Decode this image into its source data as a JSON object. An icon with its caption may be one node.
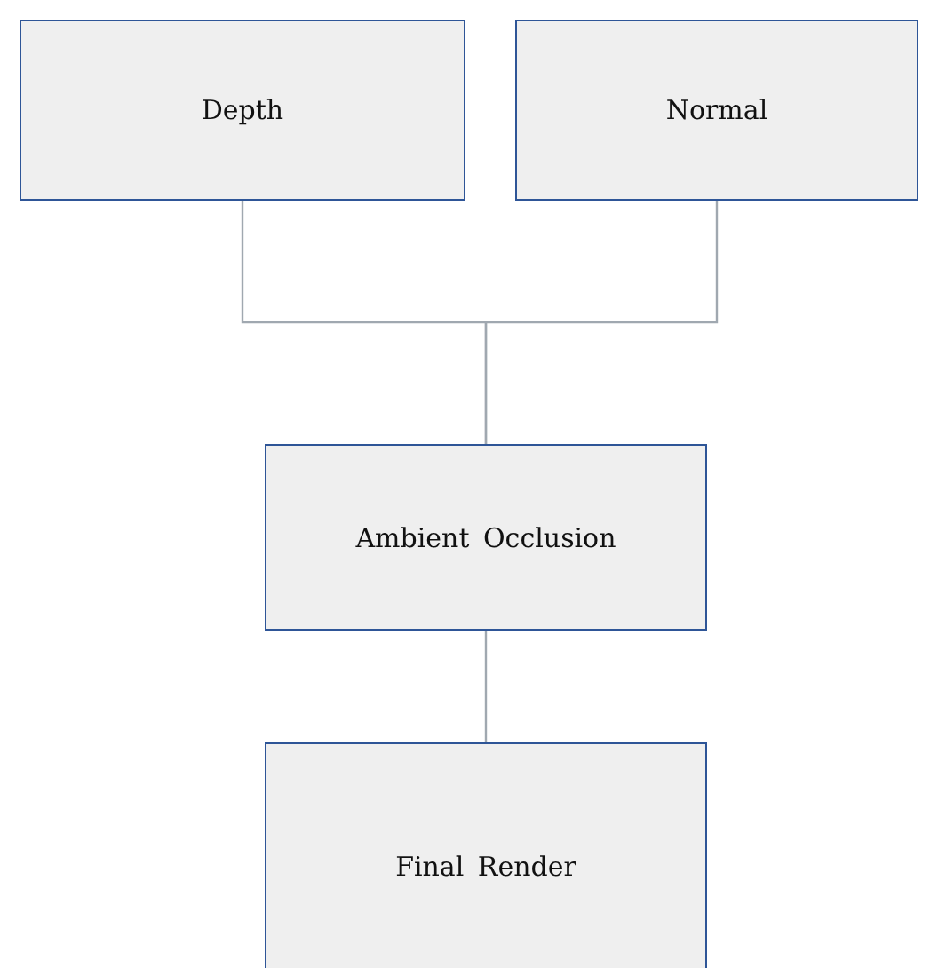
{
  "diagram": {
    "nodes": [
      {
        "text": [
          "Depth"
        ]
      },
      {
        "text": [
          "Normal"
        ]
      },
      {
        "text": [
          "Ambient Occlusion"
        ]
      },
      {
        "text": [
          "Final Render"
        ]
      }
    ],
    "edges": [
      {
        "from": 0,
        "to": 2,
        "arrow": "none"
      },
      {
        "from": 1,
        "to": 2,
        "arrow": "none"
      },
      {
        "from": 2,
        "to": 3,
        "arrow": "none"
      }
    ]
  }
}
